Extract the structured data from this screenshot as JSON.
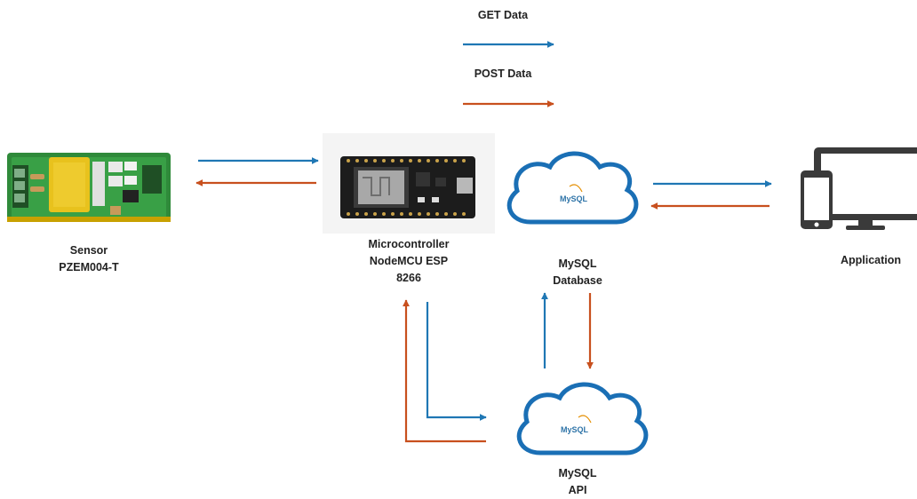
{
  "legend": {
    "get_label": "GET Data",
    "post_label": "POST Data"
  },
  "nodes": {
    "sensor": {
      "lines": [
        "Sensor",
        "PZEM004-T"
      ]
    },
    "microcontroller": {
      "lines": [
        "Microcontroller",
        "NodeMCU ESP",
        "8266"
      ]
    },
    "mysql_database": {
      "lines": [
        "MySQL",
        "Database"
      ],
      "logo_text": "MySQL"
    },
    "application": {
      "lines": [
        "Application"
      ]
    },
    "mysql_api": {
      "lines": [
        "MySQL",
        "API"
      ],
      "logo_text": "MySQL"
    }
  },
  "colors": {
    "get_arrow": "#1f77b4",
    "post_arrow": "#c8501e",
    "cloud_stroke": "#1a6fb5",
    "mysql_blue": "#2f74a8",
    "mysql_orange": "#e48e00",
    "pcb_green": "#2f8a3a",
    "board_black": "#1c1c1c",
    "device_gray": "#3a3a3a"
  }
}
